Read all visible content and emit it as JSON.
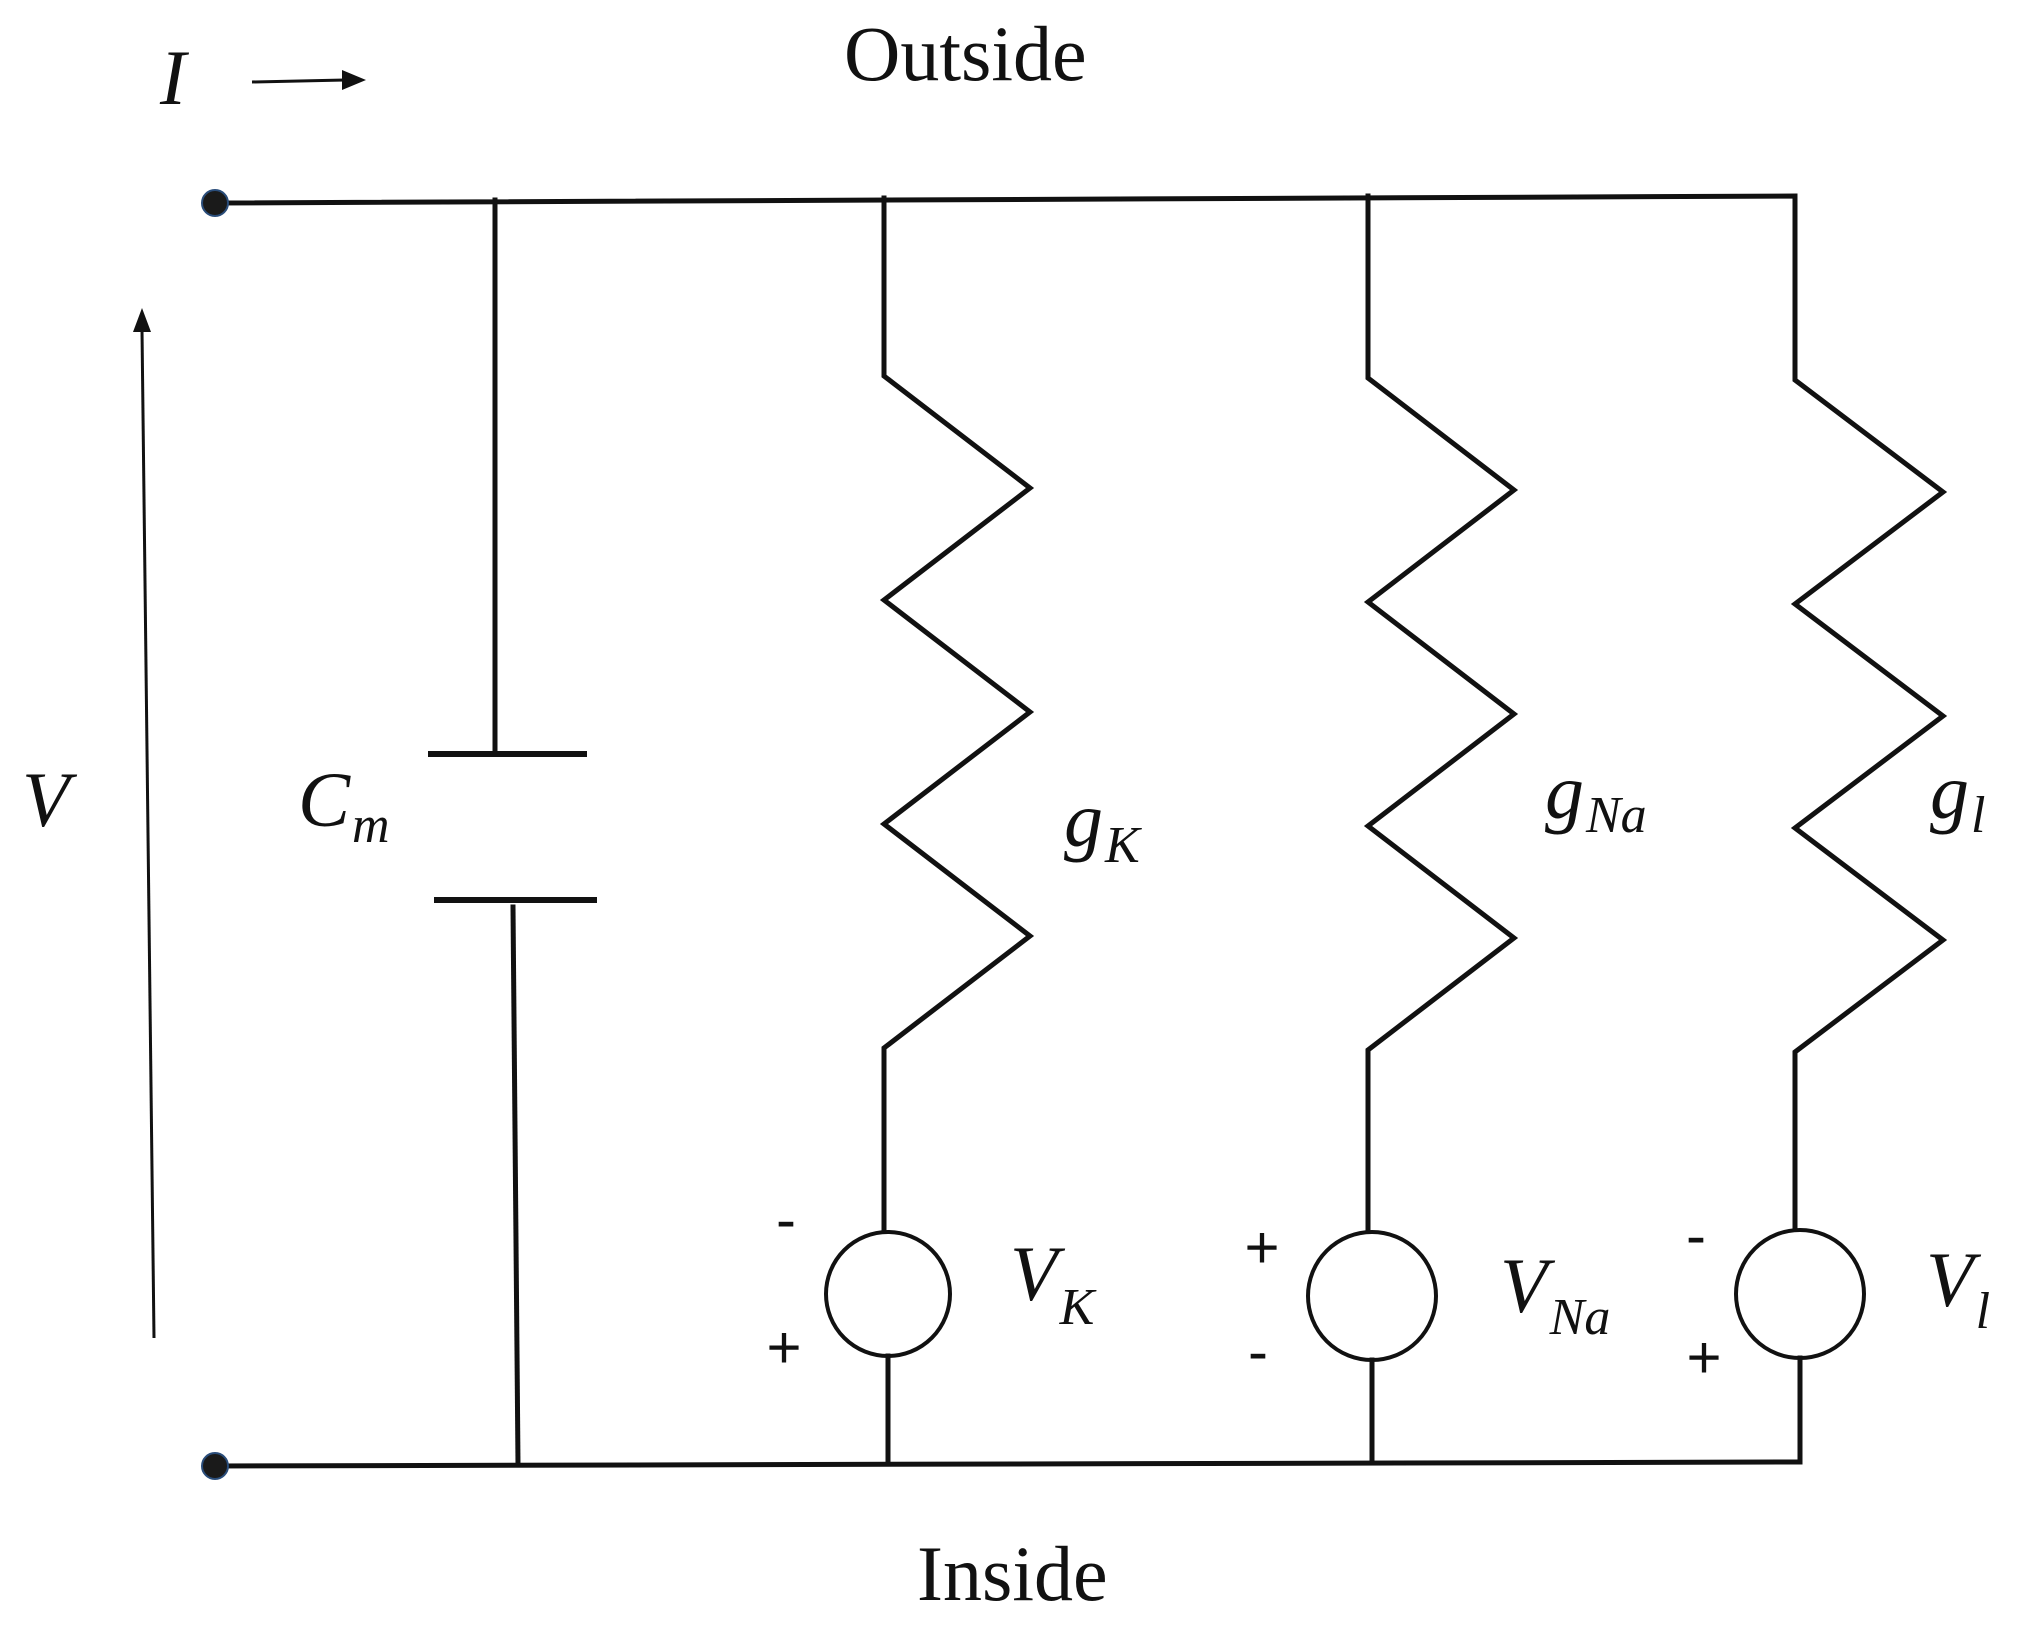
{
  "labels": {
    "outside": "Outside",
    "inside": "Inside",
    "current": "I",
    "voltage": "V"
  },
  "capacitor": {
    "symbol": "C",
    "subscript": "m"
  },
  "branches": [
    {
      "conductance_symbol": "g",
      "conductance_subscript": "K",
      "source_symbol": "V",
      "source_subscript": "K",
      "top_sign": "-",
      "bottom_sign": "+"
    },
    {
      "conductance_symbol": "g",
      "conductance_subscript": "Na",
      "source_symbol": "V",
      "source_subscript": "Na",
      "top_sign": "+",
      "bottom_sign": "-"
    },
    {
      "conductance_symbol": "g",
      "conductance_subscript": "l",
      "source_symbol": "V",
      "source_subscript": "l",
      "top_sign": "-",
      "bottom_sign": "+"
    }
  ]
}
